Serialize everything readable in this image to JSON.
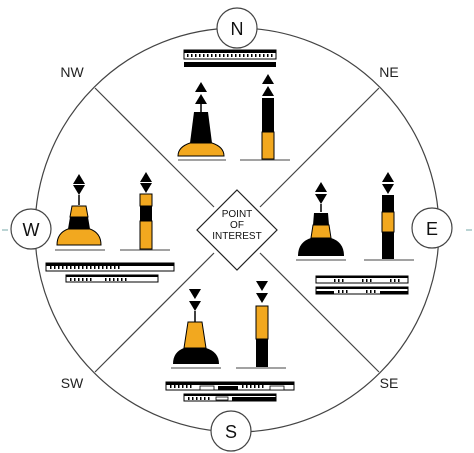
{
  "compass": {
    "north": "N",
    "south": "S",
    "east": "E",
    "west": "W",
    "northeast": "NE",
    "northwest": "NW",
    "southeast": "SE",
    "southwest": "SW"
  },
  "center": {
    "line1": "POINT",
    "line2": "OF",
    "line3": "INTEREST"
  },
  "colors": {
    "buoy_yellow": "#f2a81f",
    "buoy_black": "#000000",
    "outline": "#333333"
  },
  "marks": [
    {
      "quadrant": "north",
      "topmark": "both-cones-point-up",
      "pattern": "black-over-yellow"
    },
    {
      "quadrant": "east",
      "topmark": "cones-base-to-base",
      "pattern": "black-yellow-black"
    },
    {
      "quadrant": "south",
      "topmark": "both-cones-point-down",
      "pattern": "yellow-over-black"
    },
    {
      "quadrant": "west",
      "topmark": "cones-point-to-point",
      "pattern": "yellow-black-yellow"
    }
  ]
}
